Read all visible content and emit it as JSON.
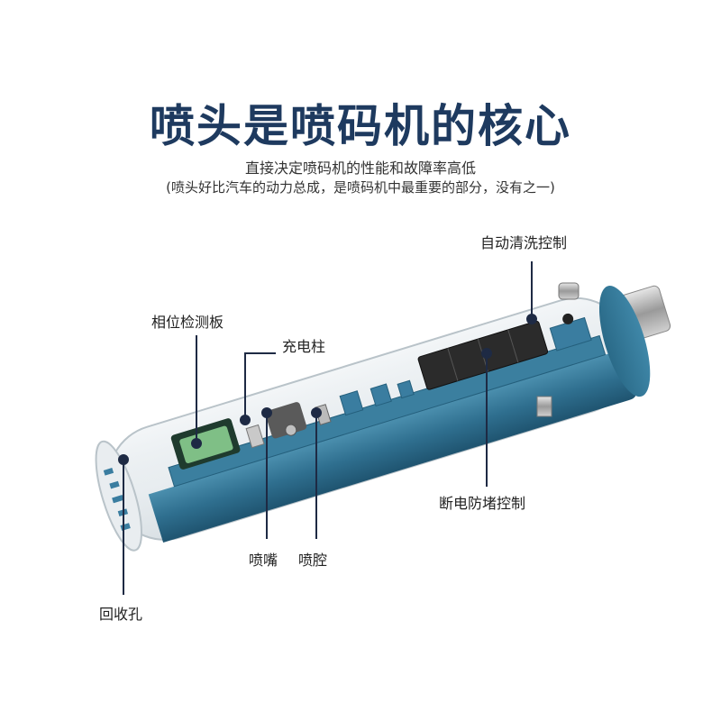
{
  "title": "喷头是喷码机的核心",
  "subtitle": "直接决定喷码机的性能和故障率高低",
  "note": "(喷头好比汽车的动力总成，是喷码机中最重要的部分，没有之一)",
  "labels": {
    "auto_clean": "自动清洗控制",
    "phase_board": "相位检测板",
    "charge_post": "充电柱",
    "power_off": "断电防堵控制",
    "nozzle": "喷嘴",
    "cavity": "喷腔",
    "recovery_hole": "回收孔"
  },
  "colors": {
    "title": "#1e3a5f",
    "body_blue": "#2f6f8f",
    "callout_line": "#1e2a44"
  }
}
